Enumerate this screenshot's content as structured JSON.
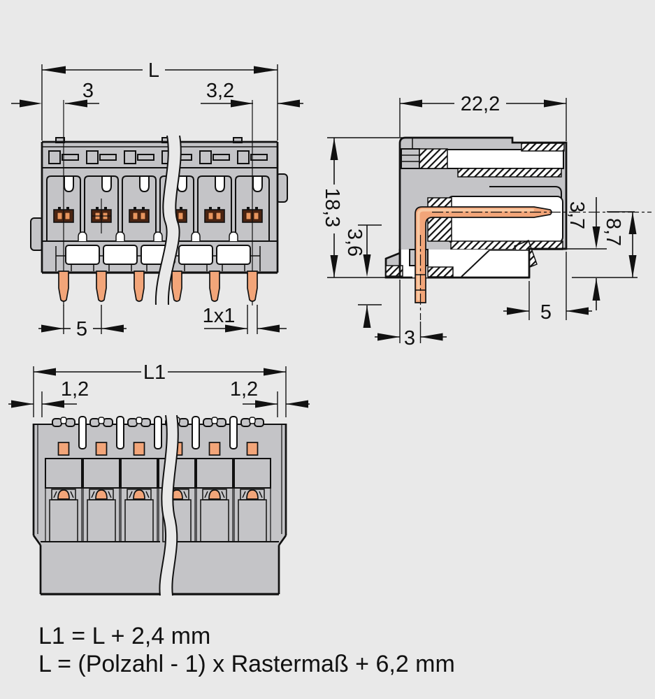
{
  "drawing": {
    "background_color": "#e9e9e9",
    "colors": {
      "background": "#e9e9e9",
      "housing_gray": "#c4c4c7",
      "pin_copper": "#f2a579",
      "pin_copper_light": "#f9c9a3",
      "contact_dark": "#4a2412",
      "contact_copper": "#e8955e",
      "line_dark": "#111111"
    },
    "front_view": {
      "poles_visible": 6,
      "dims": {
        "overall": "L",
        "pin_offset_left": "3",
        "pin_offset_right": "3,2",
        "pitch": "5",
        "pin_size": "1x1"
      }
    },
    "side_view": {
      "dims": {
        "depth": "22,2",
        "height": "18,3",
        "solder_pin_length": "3,6",
        "step_height": "3,7",
        "pin_center_to_bottom": "8,7",
        "pin_offset": "3",
        "step_width": "5"
      }
    },
    "bottom_view": {
      "dims": {
        "overall": "L1",
        "side_margin_left": "1,2",
        "side_margin_right": "1,2"
      }
    },
    "formulas": {
      "l1": "L1 = L + 2,4 mm",
      "l": "L = (Polzahl - 1) x Rastermaß + 6,2 mm"
    }
  }
}
